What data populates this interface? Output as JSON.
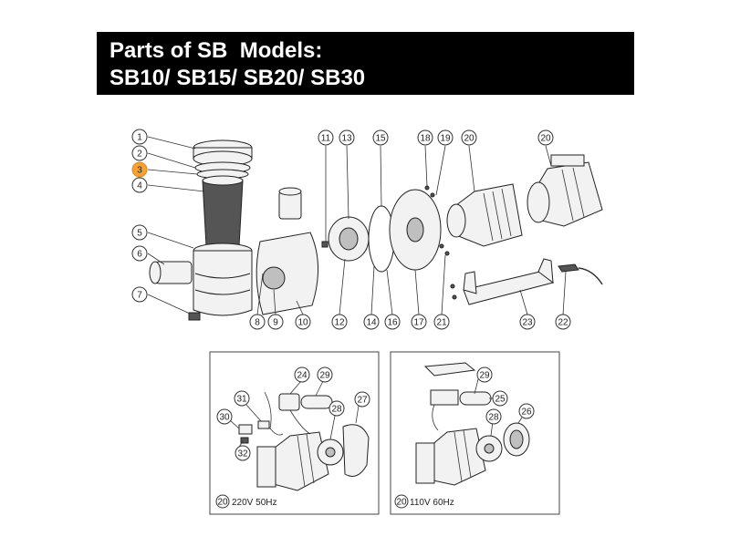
{
  "title": {
    "line1": "Parts of SB  Models:",
    "line2": "SB10/ SB15/ SB20/ SB30"
  },
  "highlight_color": "#f4a235",
  "callouts_main": [
    "1",
    "2",
    "3",
    "4",
    "5",
    "6",
    "7",
    "8",
    "9",
    "10",
    "11",
    "12",
    "13",
    "14",
    "15",
    "16",
    "17",
    "18",
    "19",
    "20",
    "20",
    "21",
    "22",
    "23"
  ],
  "callouts_box_left": [
    "24",
    "29",
    "31",
    "28",
    "27",
    "30",
    "32"
  ],
  "callouts_box_right": [
    "29",
    "25",
    "28",
    "26"
  ],
  "box_left_caption": {
    "num": "20",
    "text": "220V 50Hz"
  },
  "box_right_caption": {
    "num": "20",
    "text": "110V 60Hz"
  }
}
